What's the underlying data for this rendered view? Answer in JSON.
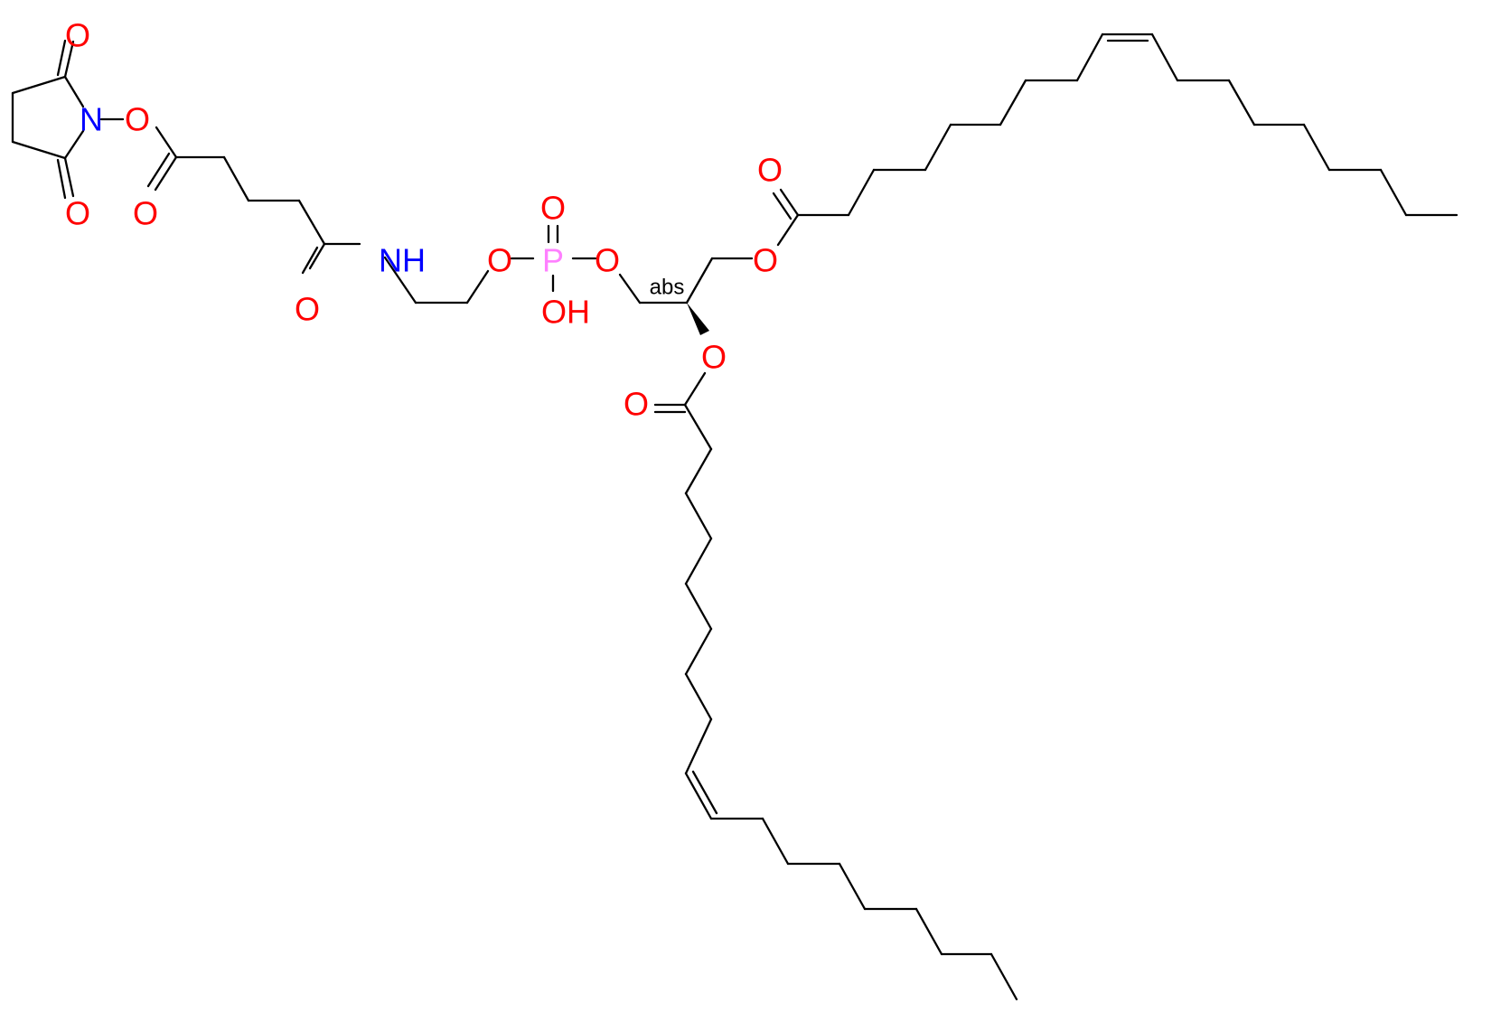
{
  "molecule": {
    "colors": {
      "bond": "#000000",
      "oxygen": "#ff0000",
      "nitrogen": "#0000ff",
      "phosphorus": "#ff80ff",
      "note": "#000000"
    },
    "atoms": {
      "o1": "O",
      "n1": "N",
      "o2": "O",
      "o3": "O",
      "o4": "O",
      "o5": "O",
      "nh": "NH",
      "o6": "O",
      "p1": "P",
      "o7": "O",
      "o8": "O",
      "oh": "OH",
      "o9": "O",
      "o10": "O",
      "o11": "O",
      "o12": "O"
    },
    "stereo_label": "abs"
  }
}
